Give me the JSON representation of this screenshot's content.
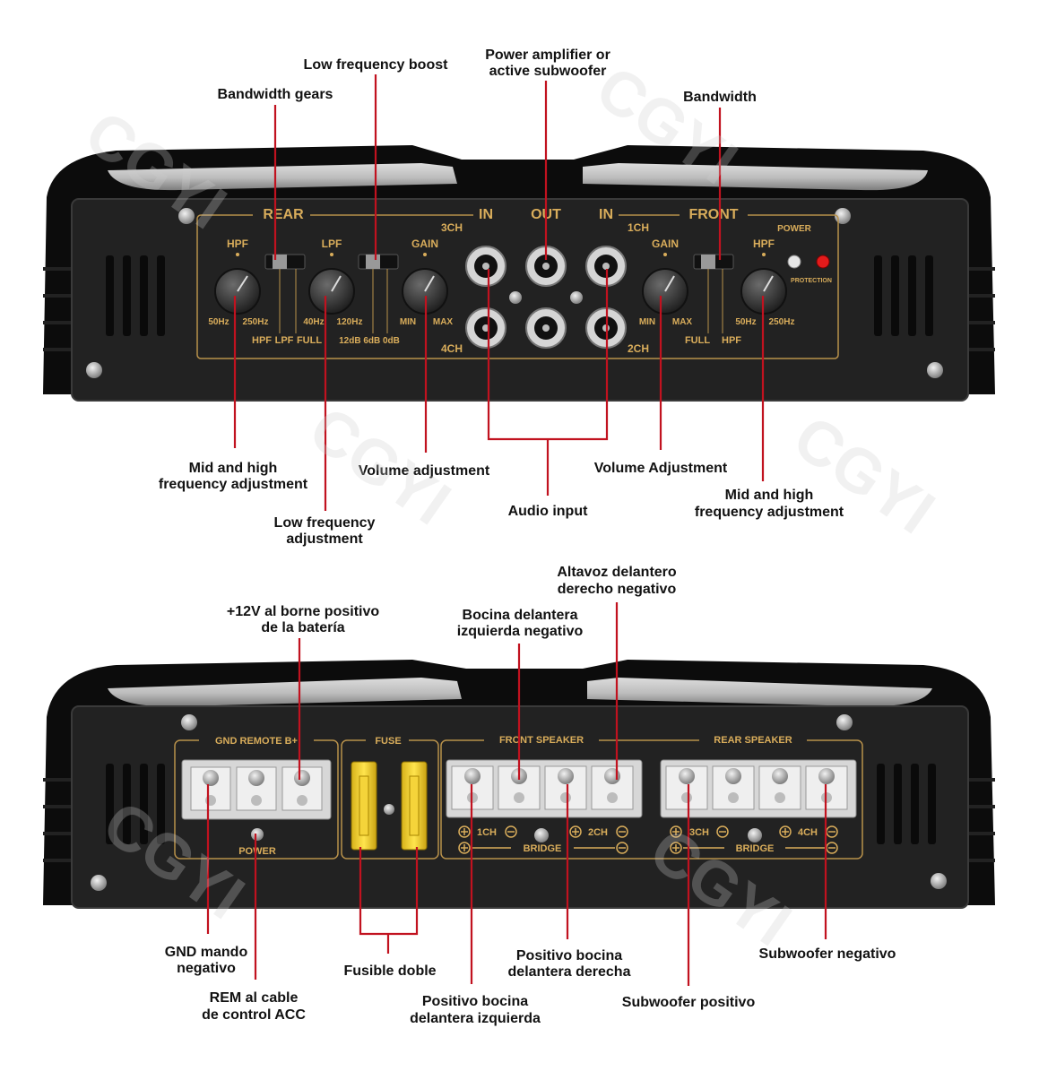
{
  "watermark": "CGYI",
  "top_panel": {
    "labels": {
      "rear": "REAR",
      "in_left": "IN",
      "out": "OUT",
      "in_right": "IN",
      "front": "FRONT",
      "ch3": "3CH",
      "ch4": "4CH",
      "ch1": "1CH",
      "ch2": "2CH",
      "hpf_l": "HPF",
      "lpf": "LPF",
      "gain_l": "GAIN",
      "gain_r": "GAIN",
      "hpf_r": "HPF",
      "power": "POWER",
      "protection": "PROTECTION",
      "hz50_l": "50Hz",
      "hz250_l": "250Hz",
      "hz40": "40Hz",
      "hz120": "120Hz",
      "min_l": "MIN",
      "max_l": "MAX",
      "min_r": "MIN",
      "max_r": "MAX",
      "hz50_r": "50Hz",
      "hz250_r": "250Hz",
      "sw1_a": "HPF",
      "sw1_b": "LPF",
      "sw1_c": "FULL",
      "sw2": "12dB 6dB 0dB",
      "sw3_a": "FULL",
      "sw3_b": "HPF"
    },
    "callouts": {
      "bandwidth_gears": "Bandwidth gears",
      "low_freq_boost": "Low frequency boost",
      "power_amp_1": "Power amplifier or",
      "power_amp_2": "active subwoofer",
      "bandwidth": "Bandwidth",
      "mid_high_l_1": "Mid and high",
      "mid_high_l_2": "frequency adjustment",
      "low_freq_adj_1": "Low frequency",
      "low_freq_adj_2": "adjustment",
      "volume_adj": "Volume adjustment",
      "audio_input": "Audio input",
      "volume_adj_r": "Volume Adjustment",
      "mid_high_r_1": "Mid and high",
      "mid_high_r_2": "frequency adjustment"
    }
  },
  "bottom_panel": {
    "labels": {
      "gnd_remote": "GND  REMOTE  B+",
      "fuse": "FUSE",
      "front_speaker": "FRONT SPEAKER",
      "rear_speaker": "REAR SPEAKER",
      "power": "POWER",
      "ch1": "1CH",
      "ch2": "2CH",
      "ch3": "3CH",
      "ch4": "4CH",
      "bridge_l": "BRIDGE",
      "bridge_r": "BRIDGE"
    },
    "callouts": {
      "plus12_1": "+12V al borne positivo",
      "plus12_2": "de la batería",
      "bocina_izq_neg_1": "Bocina delantera",
      "bocina_izq_neg_2": "izquierda negativo",
      "altavoz_der_neg_1": "Altavoz delantero",
      "altavoz_der_neg_2": "derecho negativo",
      "gnd_mando_1": "GND mando",
      "gnd_mando_2": "negativo",
      "rem_1": "REM al cable",
      "rem_2": "de control ACC",
      "fusible": "Fusible doble",
      "pos_izq_1": "Positivo bocina",
      "pos_izq_2": "delantera izquierda",
      "pos_der_1": "Positivo bocina",
      "pos_der_2": "delantera derecha",
      "sub_pos": "Subwoofer positivo",
      "sub_neg": "Subwoofer negativo"
    }
  }
}
